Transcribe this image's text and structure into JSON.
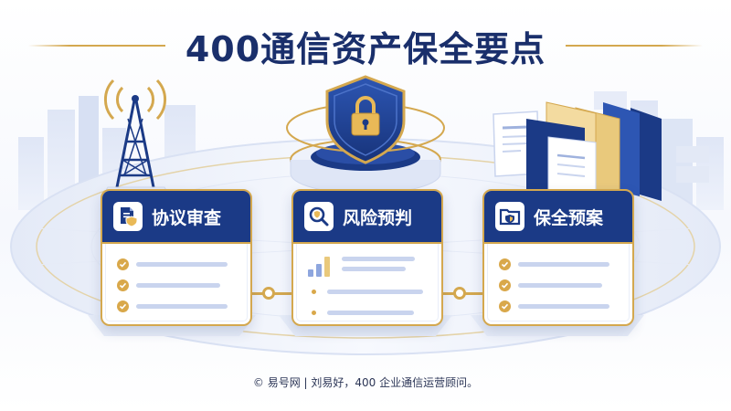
{
  "title": "400通信资产保全要点",
  "cards": [
    {
      "title": "协议审查",
      "icon": "document-shield-icon"
    },
    {
      "title": "风险预判",
      "icon": "magnifier-shield-icon"
    },
    {
      "title": "保全预案",
      "icon": "folder-shield-icon"
    }
  ],
  "footer": "© 易号网 | 刘易好，400 企业通信运营顾问。",
  "colors": {
    "navy": "#1b3a86",
    "gold": "#d4a84f",
    "title": "#1a2f6b"
  }
}
